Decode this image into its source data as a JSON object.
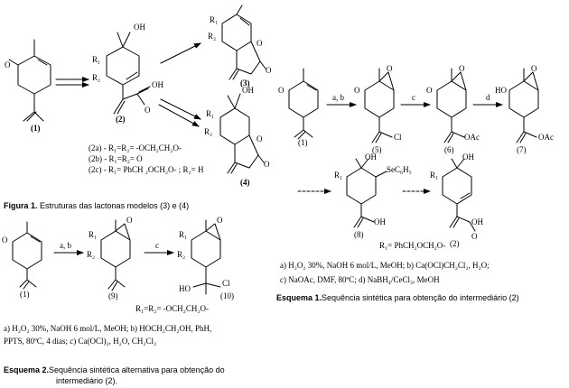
{
  "figure1": {
    "caption_bold": "Figura 1.",
    "caption_text": " Estruturas das lactonas modelos (3) e (4)",
    "compound_labels": [
      "(1)",
      "(2)",
      "(3)",
      "(4)"
    ],
    "atom_labels": {
      "c2_r1": "R₁",
      "c2_r2": "R₂",
      "c2_oh": "OH",
      "c2_acid_o": "O",
      "c2_acid_oh": "OH",
      "c3_r1": "R₁",
      "c3_r2": "R₂",
      "c3_o": "O",
      "c3_o2": "O",
      "c4_r1": "R₁",
      "c4_r2": "R₂",
      "c4_oh": "OH",
      "c4_o": "O",
      "c4_o2": "O",
      "c1_o": "O"
    },
    "definitions": [
      "(2a) - R₁=R₂= -OCH₂CH₂O-",
      "(2b) - R₁=R₂= O",
      "(2c) - R₁= PhCH ₂OCH₂O- ; R₂= H"
    ]
  },
  "scheme1": {
    "caption_bold": "Esquema 1.",
    "caption_text": "Sequência sintética para obtenção do intermediário (2)",
    "compound_labels": [
      "(1)",
      "(5)",
      "(6)",
      "(7)",
      "(8)",
      "(2)"
    ],
    "arrow_labels": [
      "a, b",
      "c",
      "d"
    ],
    "atom_labels": {
      "s1_o": "O",
      "s5_o": "O",
      "s5_ep": "O",
      "s5_cl": "Cl",
      "s6_o": "O",
      "s6_ep": "O",
      "s6_oac": "OAc",
      "s7_ho": "HO",
      "s7_ep": "O",
      "s7_oac": "OAc",
      "s8_r1": "R₁",
      "s8_oh": "OH",
      "s8_se": "SeC₆H₅",
      "s8_oh2": "OH",
      "s2_r1": "R₁",
      "s2_oh": "OH",
      "s2_o": "O",
      "s2_oh2": "OH"
    },
    "r1_definition": "R₁= PhCH₂OCH₂O-",
    "conditions": [
      "a) H₂O₂ 30%, NaOH 6 mol/L, MeOH; b) Ca(OCl)CH₂Cl₂, H₂O;",
      "c) NaOAc, DMF, 80ºC; d) NaBH₄/CeCl₃, MeOH"
    ]
  },
  "scheme2": {
    "caption_bold": "Esquema 2.",
    "caption_text": "Sequência sintética alternativa para obtenção do",
    "caption_text2": "intermediário (2).",
    "compound_labels": [
      "(1)",
      "(9)",
      "(10)"
    ],
    "arrow_labels": [
      "a, b",
      "c"
    ],
    "atom_labels": {
      "e1_o": "O",
      "e9_r1": "R₁",
      "e9_r2": "R₂",
      "e9_o": "O",
      "e10_r1": "R₁",
      "e10_r2": "R₂",
      "e10_o": "O",
      "e10_ho": "HO",
      "e10_cl": "Cl"
    },
    "r_definition": "R₁=R₂= -OCH₂CH₂O-",
    "conditions": [
      "a) H₂O₂ 30%, NaOH 6 mol/L, MeOH; b) HOCH₂CH₂OH, PhH,",
      "PPTS, 80ºC, 4 dias; c) Ca(OCl)₂, H₂O, CH₂Cl₂"
    ]
  }
}
